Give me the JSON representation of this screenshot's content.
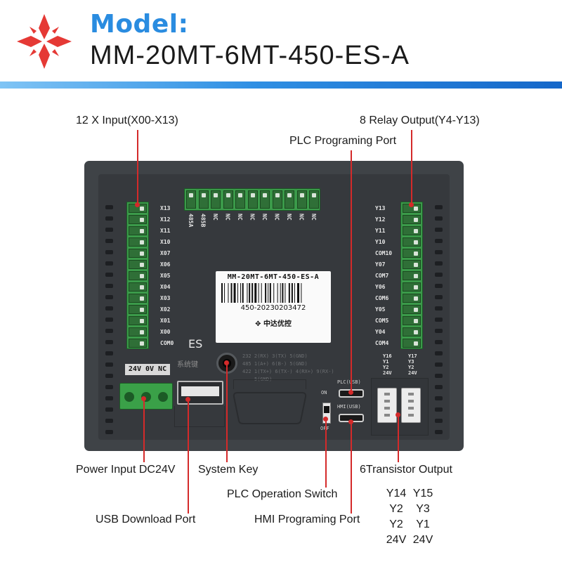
{
  "header": {
    "model_label": "Model:",
    "model_value": "MM-20MT-6MT-450-ES-A",
    "logo_color": "#e53935",
    "label_color": "#2a8ce0"
  },
  "terminals": {
    "x_inputs": [
      "X13",
      "X12",
      "X11",
      "X10",
      "X07",
      "X06",
      "X05",
      "X04",
      "X03",
      "X02",
      "X01",
      "X00",
      "COM0"
    ],
    "y_outputs": [
      "Y13",
      "Y12",
      "Y11",
      "Y10",
      "COM10",
      "Y07",
      "COM7",
      "Y06",
      "COM6",
      "Y05",
      "COM5",
      "Y04",
      "COM4"
    ],
    "top_labels": [
      "485A",
      "485B",
      "NC",
      "NC",
      "NC",
      "NC",
      "NC",
      "NC",
      "NC",
      "NC",
      "NC"
    ]
  },
  "sticker": {
    "title": "MM-20MT-6MT-450-ES-A",
    "serial": "450-20230203472",
    "brand": "中达优控"
  },
  "panel": {
    "es_label": "ES",
    "key_cn": "系统键",
    "comm_lines": [
      "232 2(RX) 3(TX) 5(GND)",
      "485 1(A+) 6(B-) 5(GND)",
      "422 1(TX+) 6(TX-) 4(RX+) 9(RX-)",
      "5(GND)"
    ],
    "power_label": "24V 0V NC",
    "switch_on": "ON",
    "switch_off": "OFF",
    "plc_usb_label": "PLC(USB)",
    "hmi_usb_label": "HMI(USB)",
    "trans_left_labels": [
      "Y16",
      "Y1",
      "Y2",
      "24V"
    ],
    "trans_right_labels": [
      "Y17",
      "Y3",
      "Y2",
      "24V"
    ]
  },
  "callouts": {
    "x_input": "12 X Input(X00-X13)",
    "relay_output": "8 Relay Output(Y4-Y13)",
    "plc_port": "PLC Programing Port",
    "power_input": "Power Input DC24V",
    "system_key": "System Key",
    "transistor": "6Transistor Output",
    "op_switch": "PLC Operation Switch",
    "usb_port": "USB Download Port",
    "hmi_port": "HMI Programing Port"
  },
  "transistor_table": [
    [
      "Y14",
      "Y15"
    ],
    [
      "Y2",
      "Y3"
    ],
    [
      "Y2",
      "Y1"
    ],
    [
      "24V",
      "24V"
    ]
  ],
  "colors": {
    "accent_red": "#d42a2a",
    "terminal_green": "#3b9a4a",
    "body_gray": "#3f4347"
  }
}
